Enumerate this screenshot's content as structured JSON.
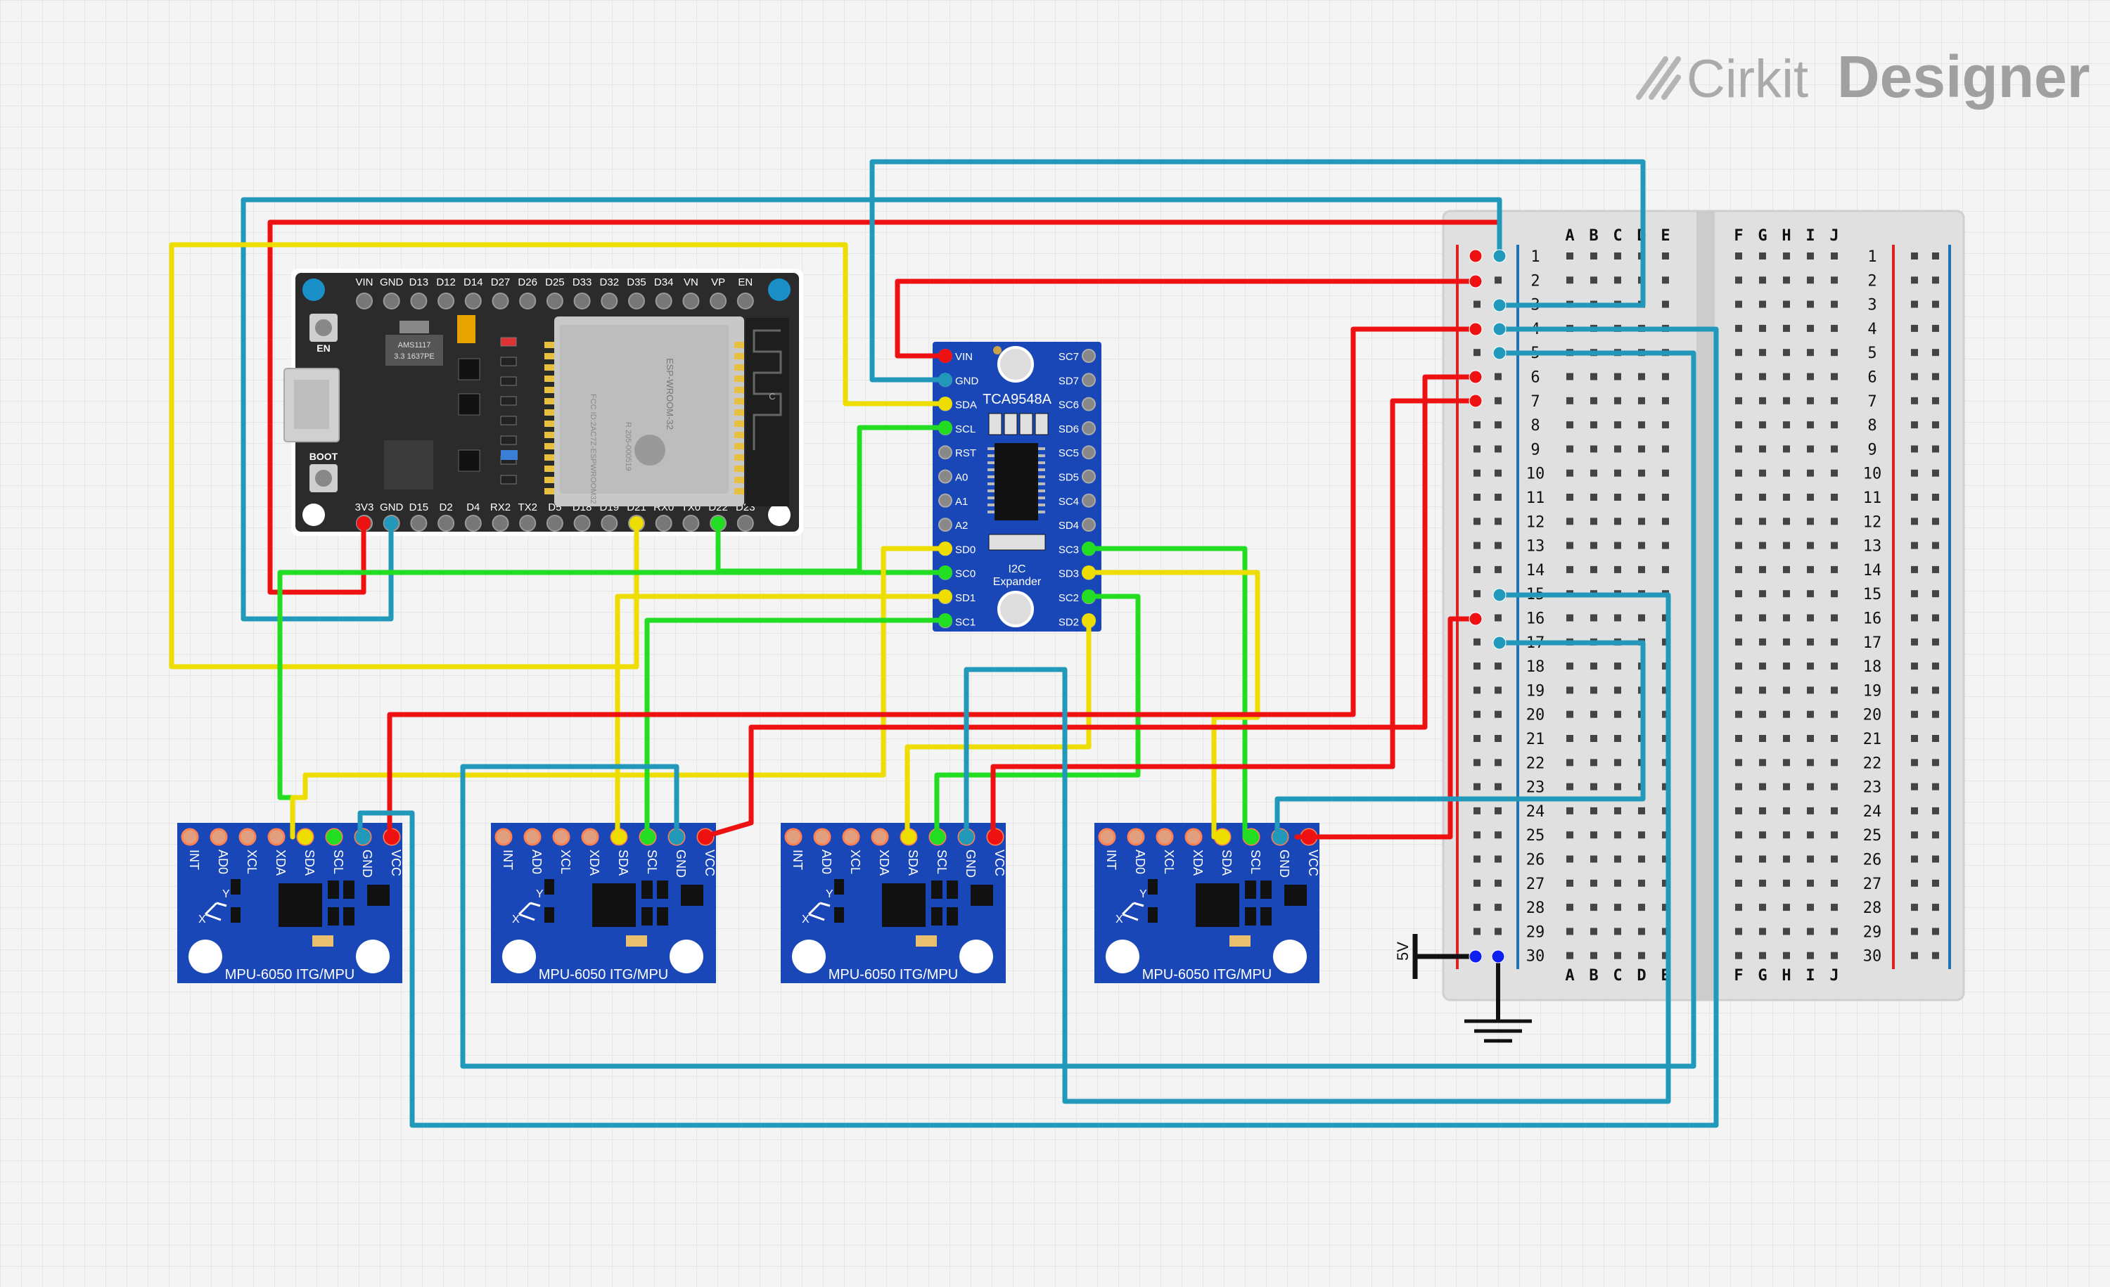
{
  "brand": {
    "name_light": "Cirkit",
    "name_bold": "Designer",
    "icon": "cirkit-logo-icon"
  },
  "colors": {
    "wire_red": "#ee1111",
    "wire_green": "#22dd22",
    "wire_yellow": "#eedd00",
    "wire_blue": "#2299bb",
    "pcb_blue": "#1a47b8",
    "esp_board": "#2b2b2b",
    "breadboard": "#e0e0e0",
    "rail_red": "#dd2222",
    "rail_blue": "#1f73b5"
  },
  "esp32": {
    "name": "ESP-WROOM-32",
    "module_text": [
      "FCC ID:2AC7Z-ESPWROOM32",
      "R 205-000519"
    ],
    "regulator_text": [
      "AMS1117",
      "3.3 1637PE"
    ],
    "button_en": "EN",
    "button_boot": "BOOT",
    "top_pins": [
      "VIN",
      "GND",
      "D13",
      "D12",
      "D14",
      "D27",
      "D26",
      "D25",
      "D33",
      "D32",
      "D35",
      "D34",
      "VN",
      "VP",
      "EN"
    ],
    "bottom_pins": [
      "3V3",
      "GND",
      "D15",
      "D2",
      "D4",
      "RX2",
      "TX2",
      "D5",
      "D18",
      "D19",
      "D21",
      "RX0",
      "TX0",
      "D22",
      "D23"
    ],
    "antenna_label": "C"
  },
  "mux": {
    "name": "TCA9548A",
    "subtitle": [
      "I2C",
      "Expander"
    ],
    "left_pins": [
      "VIN",
      "GND",
      "SDA",
      "SCL",
      "RST",
      "A0",
      "A1",
      "A2",
      "SD0",
      "SC0",
      "SD1",
      "SC1"
    ],
    "right_pins": [
      "SC7",
      "SD7",
      "SC6",
      "SD6",
      "SC5",
      "SD5",
      "SC4",
      "SD4",
      "SC3",
      "SD3",
      "SC2",
      "SD2"
    ]
  },
  "mpu": {
    "label": "MPU-6050 ITG/MPU",
    "pins": [
      "INT",
      "AD0",
      "XCL",
      "XDA",
      "SDA",
      "SCL",
      "GND",
      "VCC"
    ],
    "axis_x": "X",
    "axis_y": "Y",
    "count": 4
  },
  "breadboard": {
    "cols_left": [
      "A",
      "B",
      "C",
      "D",
      "E"
    ],
    "cols_right": [
      "F",
      "G",
      "H",
      "I",
      "J"
    ],
    "rows": [
      "1",
      "2",
      "3",
      "4",
      "5",
      "6",
      "7",
      "8",
      "9",
      "10",
      "11",
      "12",
      "13",
      "14",
      "15",
      "16",
      "17",
      "18",
      "19",
      "20",
      "21",
      "22",
      "23",
      "24",
      "25",
      "26",
      "27",
      "28",
      "29",
      "30"
    ]
  },
  "power": {
    "supply_label": "5V",
    "ground_icon": "ground-symbol-icon"
  }
}
